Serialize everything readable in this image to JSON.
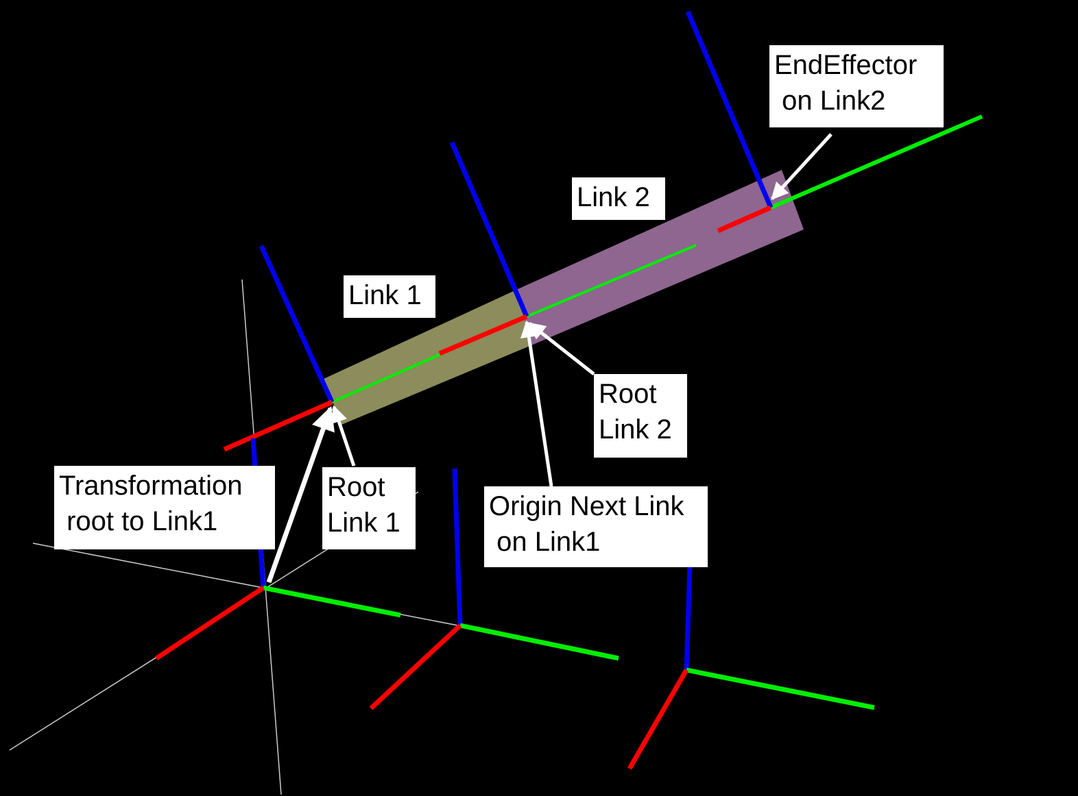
{
  "colors": {
    "background": "#000000",
    "x_axis": "#ff0000",
    "y_axis": "#00ee00",
    "z_axis": "#0000ee",
    "world_axes": "#cccccc",
    "link1_body": "#8c8c5c",
    "link2_body": "#8e6690",
    "arrow": "#ffffff",
    "label_background": "#ffffff",
    "label_text": "#000000"
  },
  "labels": {
    "end_effector": "EndEffector\n on Link2",
    "link2": "Link 2",
    "link1": "Link 1",
    "root_link2": "Root\nLink 2",
    "transformation": "Transformation\n root to Link1",
    "root_link1": "Root\nLink 1",
    "origin_next_link": "Origin Next Link\n on Link1"
  }
}
